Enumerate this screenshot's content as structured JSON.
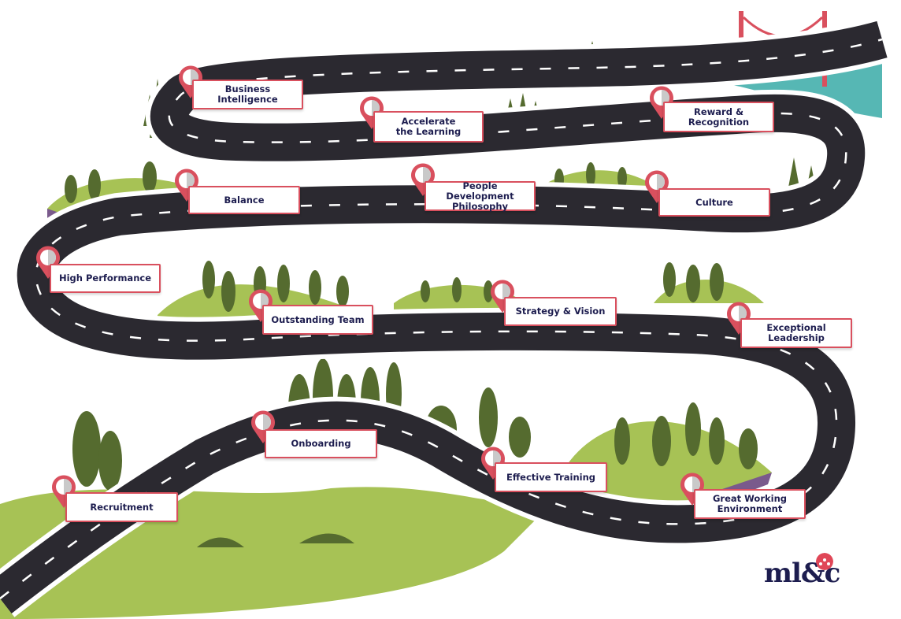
{
  "milestones": [
    {
      "label": "Business\nIntelligence"
    },
    {
      "label": "Accelerate\nthe Learning"
    },
    {
      "label": "Reward &\nRecognition"
    },
    {
      "label": "Balance"
    },
    {
      "label": "People Development\nPhilosophy"
    },
    {
      "label": "Culture"
    },
    {
      "label": "High Performance"
    },
    {
      "label": "Outstanding Team"
    },
    {
      "label": "Strategy & Vision"
    },
    {
      "label": "Exceptional\nLeadership"
    },
    {
      "label": "Onboarding"
    },
    {
      "label": "Effective Training"
    },
    {
      "label": "Recruitment"
    },
    {
      "label": "Great Working\nEnvironment"
    }
  ],
  "logo": {
    "text": "ml&c"
  },
  "colors": {
    "road": "#2b2930",
    "road_edge": "#ffffff",
    "pin": "#d9505e",
    "label_text": "#1d1d4f",
    "grass": "#a7c255",
    "tree": "#556b2f",
    "water": "#56b7b4",
    "bridge": "#d9505e",
    "logo_mark": "#e04657"
  }
}
